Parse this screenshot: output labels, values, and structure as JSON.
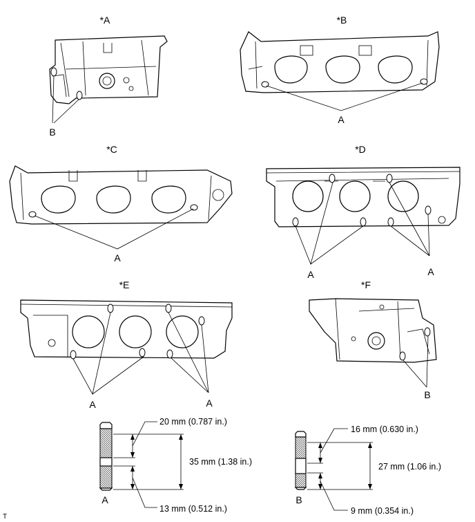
{
  "views": [
    {
      "id": "A",
      "title": "*A",
      "callouts": [
        "B"
      ]
    },
    {
      "id": "B",
      "title": "*B",
      "callouts": [
        "A"
      ]
    },
    {
      "id": "C",
      "title": "*C",
      "callouts": [
        "A"
      ]
    },
    {
      "id": "D",
      "title": "*D",
      "callouts": [
        "A",
        "A"
      ]
    },
    {
      "id": "E",
      "title": "*E",
      "callouts": [
        "A",
        "A"
      ]
    },
    {
      "id": "F",
      "title": "*F",
      "callouts": [
        "B"
      ]
    }
  ],
  "studs": [
    {
      "label": "A",
      "top_length": "20 mm (0.787 in.)",
      "total_length": "35 mm (1.38 in.)",
      "bottom_length": "13 mm (0.512 in.)"
    },
    {
      "label": "B",
      "top_length": "16 mm (0.630 in.)",
      "total_length": "27 mm (1.06 in.)",
      "bottom_length": "9 mm (0.354 in.)"
    }
  ],
  "corner_mark": "T"
}
